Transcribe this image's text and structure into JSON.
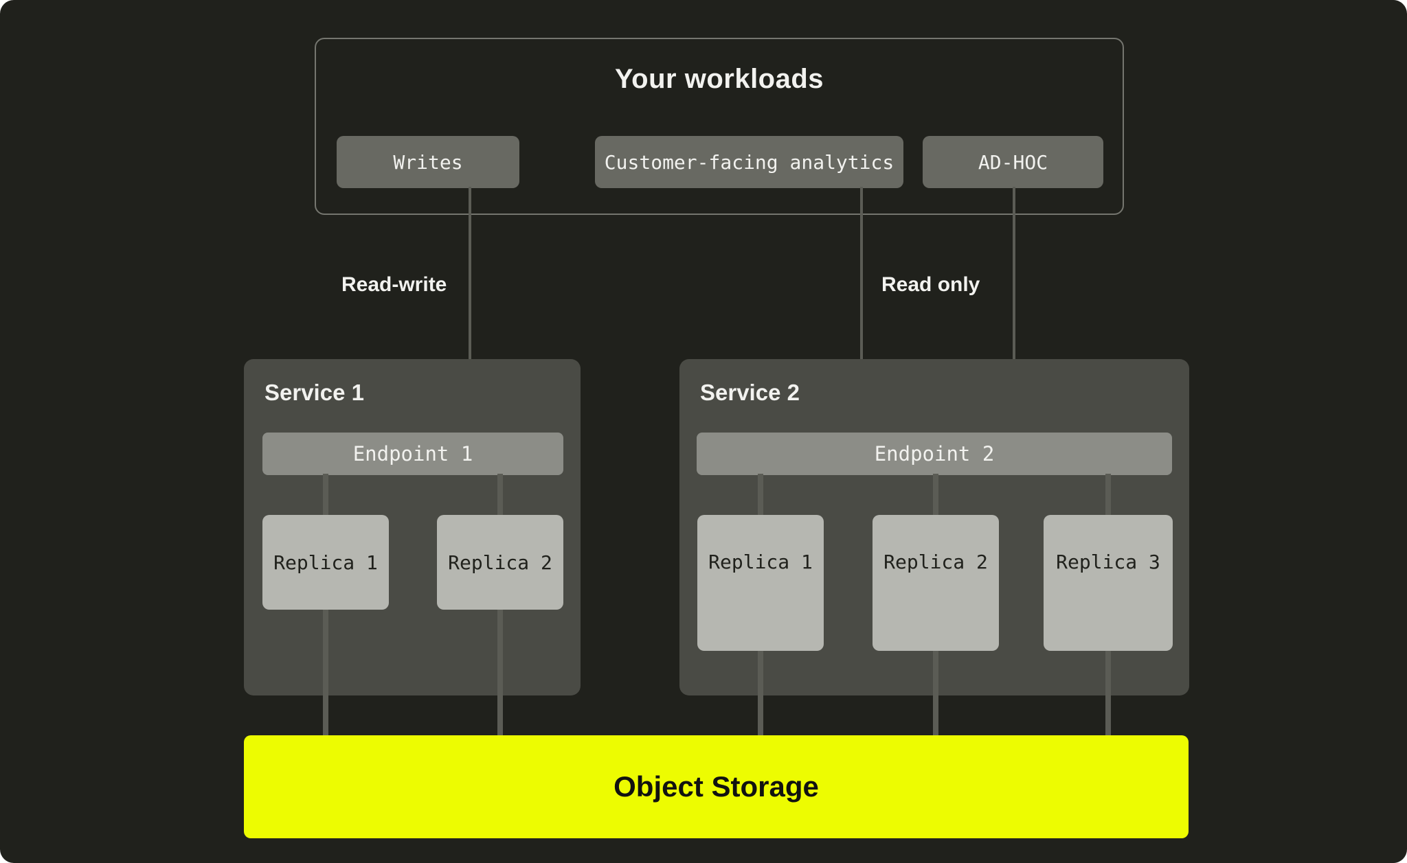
{
  "colors": {
    "background": "#20211C",
    "panel": "#4A4B45",
    "panel_light": "#8C8D87",
    "replica": "#B6B7B1",
    "chip": "#686962",
    "accent_yellow": "#EDFC01",
    "line": "#5B5C55",
    "text_light": "#F2F2EF",
    "text_dark": "#20211C"
  },
  "workloads": {
    "title": "Your workloads",
    "chips": [
      {
        "label": "Writes"
      },
      {
        "label": "Customer-facing analytics"
      },
      {
        "label": "AD-HOC"
      }
    ]
  },
  "edges": {
    "read_write": "Read-write",
    "read_only": "Read only"
  },
  "services": [
    {
      "title": "Service 1",
      "endpoint": "Endpoint 1",
      "replicas": [
        "Replica 1",
        "Replica 2"
      ]
    },
    {
      "title": "Service 2",
      "endpoint": "Endpoint 2",
      "replicas": [
        "Replica 1",
        "Replica 2",
        "Replica 3"
      ]
    }
  ],
  "storage": {
    "label": "Object Storage"
  }
}
